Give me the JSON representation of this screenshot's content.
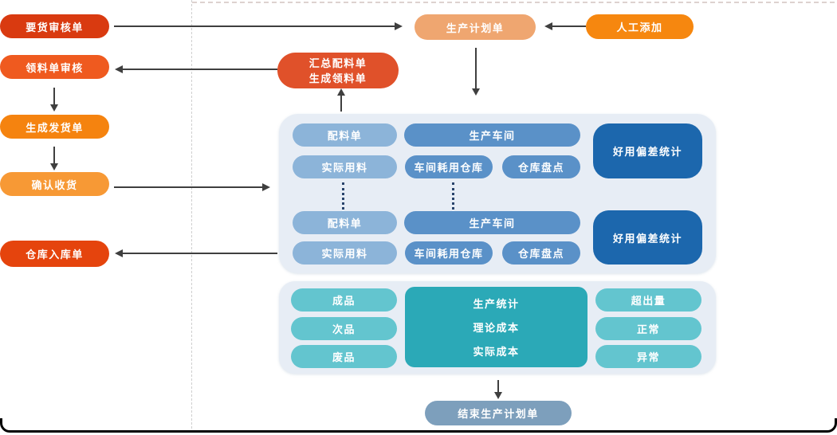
{
  "palette": {
    "node_red_deep": "#d93a10",
    "node_orange_red": "#ef5a1f",
    "node_orange": "#f5830f",
    "node_orange_light": "#f79935",
    "node_warehouse_red": "#e5440d",
    "node_summary_red": "#e0512a",
    "node_plan_peach": "#efa670",
    "node_manual_orange": "#f6870f",
    "panel_background": "#e7edf5",
    "blue_light": "#8cb4d9",
    "blue_mid": "#5a91c8",
    "blue_dark": "#1c67ad",
    "teal_light": "#63c5cf",
    "teal_box": "#2ba9b7",
    "end_pill_blue": "#7d9fbc",
    "arrow": "#3f3f3f"
  },
  "left_flow": {
    "items": [
      {
        "label": "要货审核单"
      },
      {
        "label": "领料单审核"
      },
      {
        "label": "生成发货单"
      },
      {
        "label": "确认收货"
      },
      {
        "label": "仓库入库单"
      }
    ]
  },
  "top_flow": {
    "plan": {
      "label": "生产计划单"
    },
    "manual_add": {
      "label": "人工添加"
    },
    "summary": {
      "line1": "汇总配料单",
      "line2": "生成领料单"
    }
  },
  "workshop_panel": {
    "groups": [
      {
        "batch_list": "配料单",
        "workshop": "生产车间",
        "actual_usage": "实际用料",
        "consume_warehouse": "车间耗用仓库",
        "stocktake": "仓库盘点",
        "deviation_stats": "好用偏差统计"
      },
      {
        "batch_list": "配料单",
        "workshop": "生产车间",
        "actual_usage": "实际用料",
        "consume_warehouse": "车间耗用仓库",
        "stocktake": "仓库盘点",
        "deviation_stats": "好用偏差统计"
      }
    ]
  },
  "stats_panel": {
    "left_items": [
      {
        "label": "成品"
      },
      {
        "label": "次品"
      },
      {
        "label": "废品"
      }
    ],
    "center_lines": [
      {
        "label": "生产统计"
      },
      {
        "label": "理论成本"
      },
      {
        "label": "实际成本"
      }
    ],
    "right_items": [
      {
        "label": "超出量"
      },
      {
        "label": "正常"
      },
      {
        "label": "异常"
      }
    ]
  },
  "end_node": {
    "label": "结束生产计划单"
  }
}
